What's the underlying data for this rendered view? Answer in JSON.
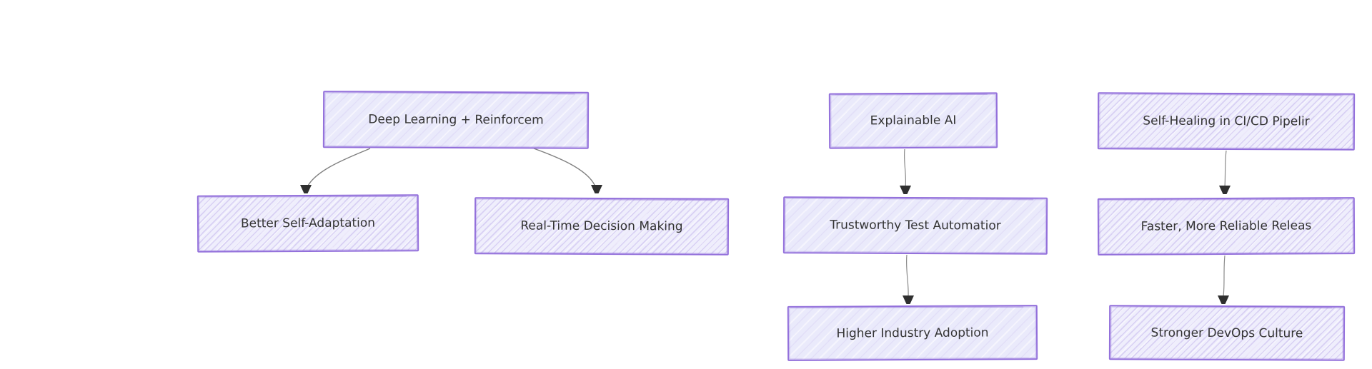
{
  "diagram": {
    "type": "flowchart-top-down",
    "style": "hand-drawn-mermaid",
    "nodes": {
      "deep_learning": {
        "label": "Deep Learning + Reinforcem"
      },
      "better_self_adaptation": {
        "label": "Better Self-Adaptation"
      },
      "real_time_decision_making": {
        "label": "Real-Time Decision Making"
      },
      "explainable_ai": {
        "label": "Explainable AI"
      },
      "trustworthy_test_automation": {
        "label": "Trustworthy Test Automatior"
      },
      "higher_industry_adoption": {
        "label": "Higher Industry Adoption"
      },
      "self_healing_cicd": {
        "label": "Self-Healing in CI/CD Pipelir"
      },
      "faster_reliable_releases": {
        "label": "Faster, More Reliable Releas"
      },
      "stronger_devops_culture": {
        "label": "Stronger DevOps Culture"
      }
    },
    "edges": [
      {
        "from": "deep_learning",
        "to": "better_self_adaptation"
      },
      {
        "from": "deep_learning",
        "to": "real_time_decision_making"
      },
      {
        "from": "explainable_ai",
        "to": "trustworthy_test_automation"
      },
      {
        "from": "trustworthy_test_automation",
        "to": "higher_industry_adoption"
      },
      {
        "from": "self_healing_cicd",
        "to": "faster_reliable_releases"
      },
      {
        "from": "faster_reliable_releases",
        "to": "stronger_devops_culture"
      }
    ],
    "colors": {
      "node_fill": "#ececff",
      "node_border": "#9370db",
      "edge_line": "#808080",
      "arrowhead": "#2f2f2f",
      "text": "#333333",
      "background": "#ffffff"
    }
  }
}
